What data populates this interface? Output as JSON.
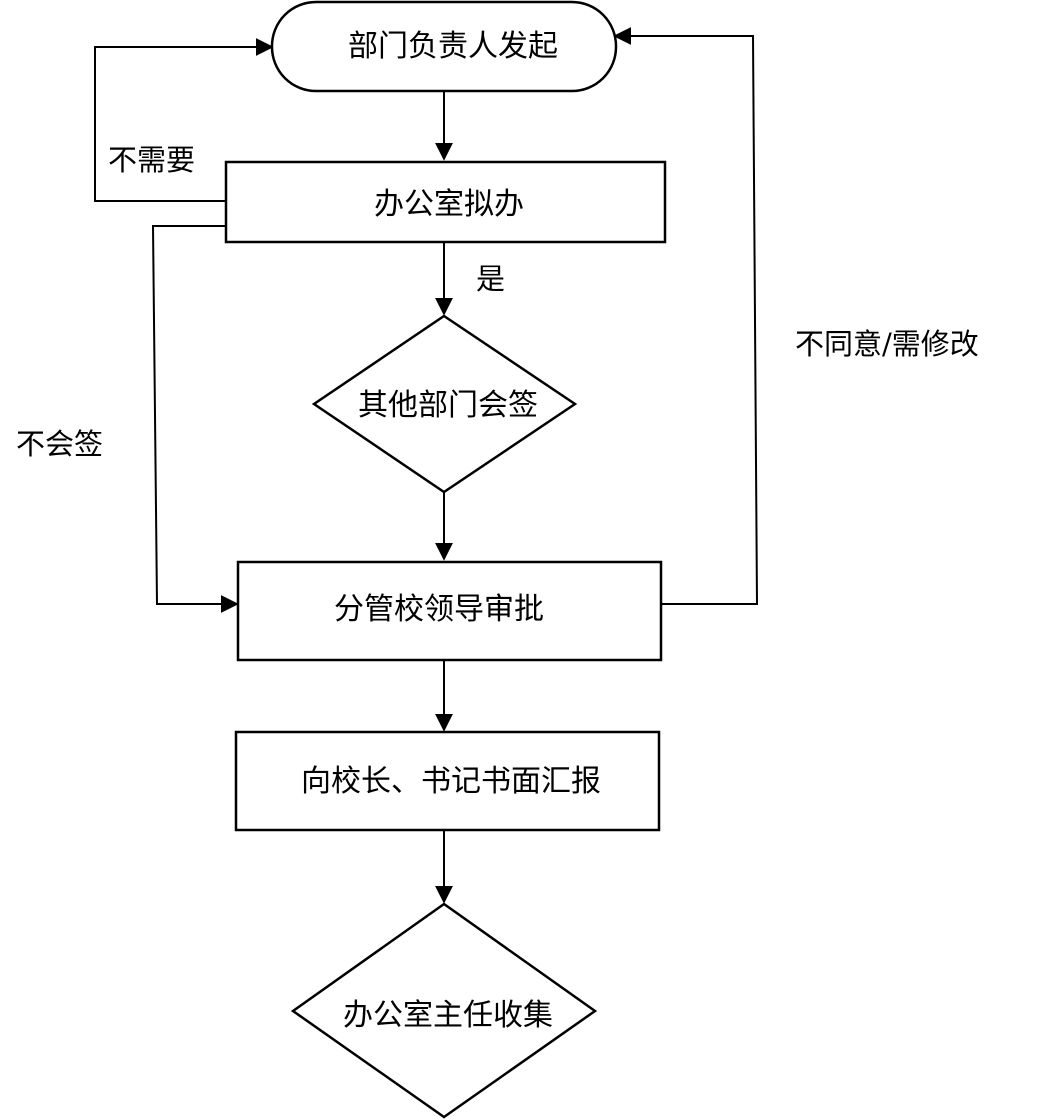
{
  "diagram": {
    "nodes": {
      "start": "部门负责人发起",
      "office_draft": "办公室拟办",
      "countersign": "其他部门会签",
      "leader_approve": "分管校领导审批",
      "report": "向校长、书记书面汇报",
      "collect": "办公室主任收集"
    },
    "edge_labels": {
      "not_needed": "不需要",
      "yes": "是",
      "no_countersign": "不会签",
      "disagree": "不同意/需修改"
    }
  }
}
